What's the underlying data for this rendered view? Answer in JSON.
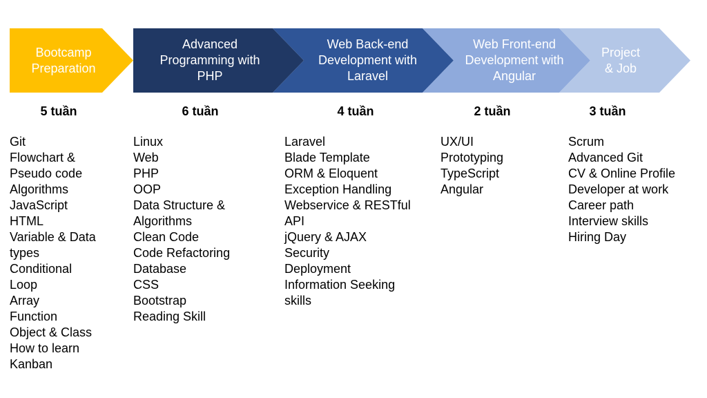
{
  "stages": [
    {
      "title": "Bootcamp\nPreparation",
      "color": "#ffc000",
      "text_color": "#ffffff",
      "duration": "5 tuần",
      "topics": [
        "Git",
        "Flowchart &\nPseudo code",
        "Algorithms",
        "JavaScript",
        "HTML",
        "Variable & Data\ntypes",
        "Conditional",
        "Loop",
        "Array",
        "Function",
        "Object & Class",
        "How to learn",
        "Kanban"
      ]
    },
    {
      "title": "Advanced\nProgramming with\nPHP",
      "color": "#203864",
      "text_color": "#ffffff",
      "duration": "6 tuần",
      "topics": [
        "Linux",
        "Web",
        "PHP",
        "OOP",
        "Data Structure &\nAlgorithms",
        "Clean Code",
        "Code Refactoring",
        "Database",
        "CSS",
        "Bootstrap",
        "Reading Skill"
      ]
    },
    {
      "title": "Web Back-end\nDevelopment with\nLaravel",
      "color": "#2f5597",
      "text_color": "#ffffff",
      "duration": "4 tuần",
      "topics": [
        "Laravel",
        "Blade Template",
        "ORM & Eloquent",
        "Exception Handling",
        "Webservice & RESTful\nAPI",
        "jQuery & AJAX",
        "Security",
        "Deployment",
        "Information Seeking\nskills"
      ]
    },
    {
      "title": "Web Front-end\nDevelopment with\nAngular",
      "color": "#8faadc",
      "text_color": "#ffffff",
      "duration": "2 tuần",
      "topics": [
        "UX/UI",
        "Prototyping",
        "TypeScript",
        "Angular"
      ]
    },
    {
      "title": "Project\n& Job",
      "color": "#b4c7e7",
      "text_color": "#ffffff",
      "duration": "3 tuần",
      "topics": [
        "Scrum",
        "Advanced Git",
        "CV & Online Profile",
        "Developer at work",
        "Career path",
        "Interview skills",
        "Hiring Day"
      ]
    }
  ]
}
